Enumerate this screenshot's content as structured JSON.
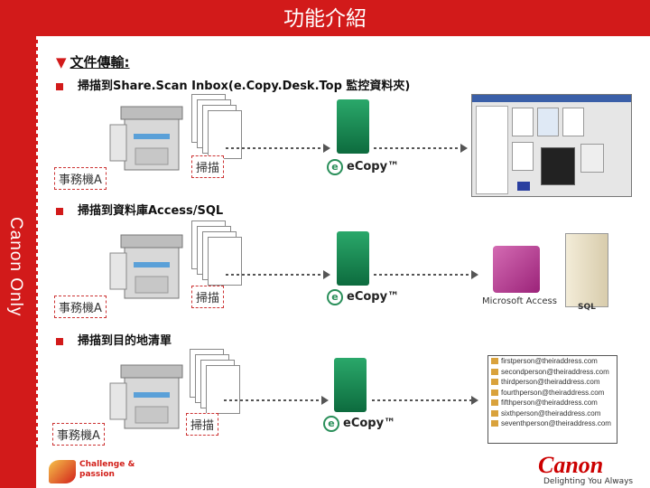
{
  "header": {
    "title": "功能介紹"
  },
  "sidebar": {
    "vertical_text": "Canon Only"
  },
  "section": {
    "title": "文件傳輸:"
  },
  "rows": [
    {
      "bullet": "掃描到Share.Scan Inbox(e.Copy.Desk.Top 監控資料夾)",
      "machine_label": "事務機A",
      "scan_label": "掃描"
    },
    {
      "bullet": "掃描到資料庫Access/SQL",
      "machine_label": "事務機A",
      "scan_label": "掃描"
    },
    {
      "bullet": "掃描到目的地清單",
      "machine_label": "事務機A",
      "scan_label": "掃描"
    }
  ],
  "ecopy": {
    "brand": "eCopy™"
  },
  "access": {
    "label": "Microsoft Access"
  },
  "sql": {
    "label": "SQL"
  },
  "emails": [
    "firstperson@theiraddress.com",
    "secondperson@theiraddress.com",
    "thirdperson@theiraddress.com",
    "fourthperson@theiraddress.com",
    "fifthperson@theiraddress.com",
    "sixthperson@theiraddress.com",
    "seventhperson@theiraddress.com"
  ],
  "footer": {
    "challenge_line1": "Challenge &",
    "challenge_line2": "passion",
    "canon_logo": "Canon",
    "tagline": "Delighting You Always"
  },
  "colors": {
    "brand_red": "#d21a1a",
    "server_green": "#1e8f55"
  }
}
